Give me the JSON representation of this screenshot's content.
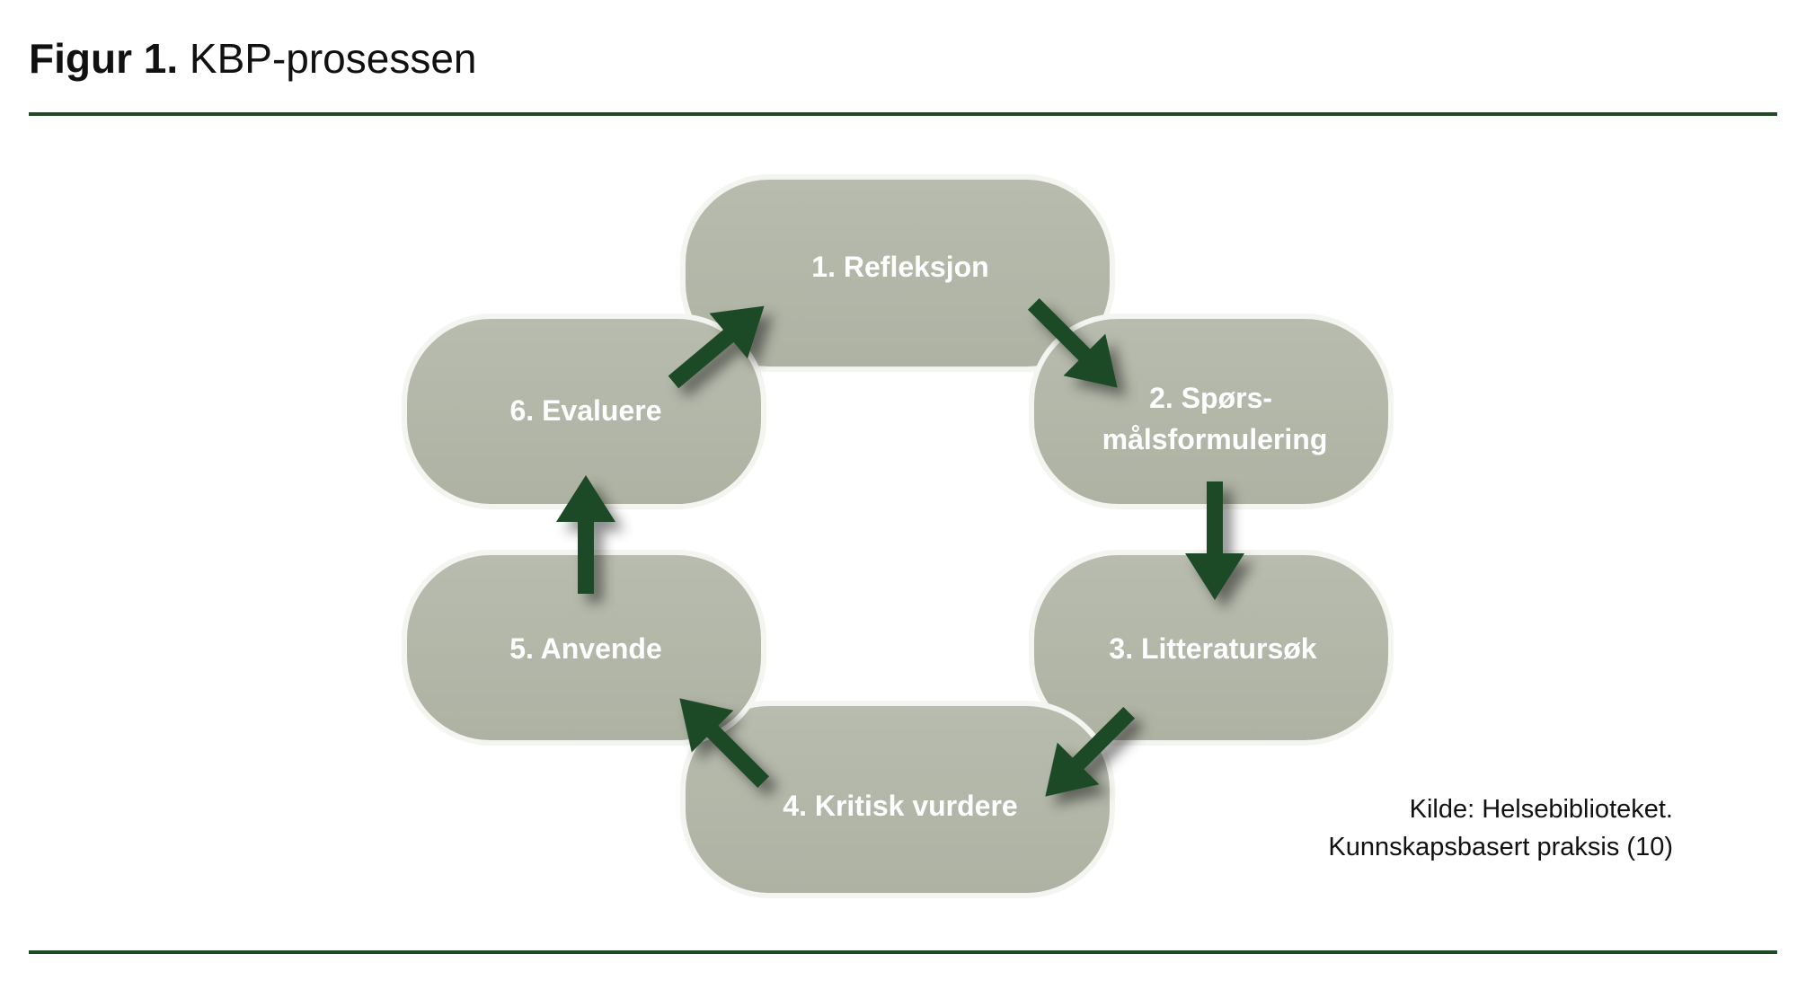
{
  "figure": {
    "label": "Figur 1.",
    "title": "KBP-prosessen"
  },
  "colors": {
    "node_fill": "#b1b5a6",
    "arrow": "#1f4a26",
    "rule": "#1f4a26",
    "text_on_node": "#ffffff"
  },
  "steps": [
    {
      "lines": [
        "1. Refleksjon"
      ]
    },
    {
      "lines": [
        "2. Spørs-",
        "målsformulering"
      ]
    },
    {
      "lines": [
        "3. Litteratursøk"
      ]
    },
    {
      "lines": [
        "4. Kritisk vurdere"
      ]
    },
    {
      "lines": [
        "5. Anvende"
      ]
    },
    {
      "lines": [
        "6. Evaluere"
      ]
    }
  ],
  "source": {
    "line1": "Kilde: Helsebiblioteket.",
    "line2": "Kunnskapsbasert praksis (10)"
  }
}
